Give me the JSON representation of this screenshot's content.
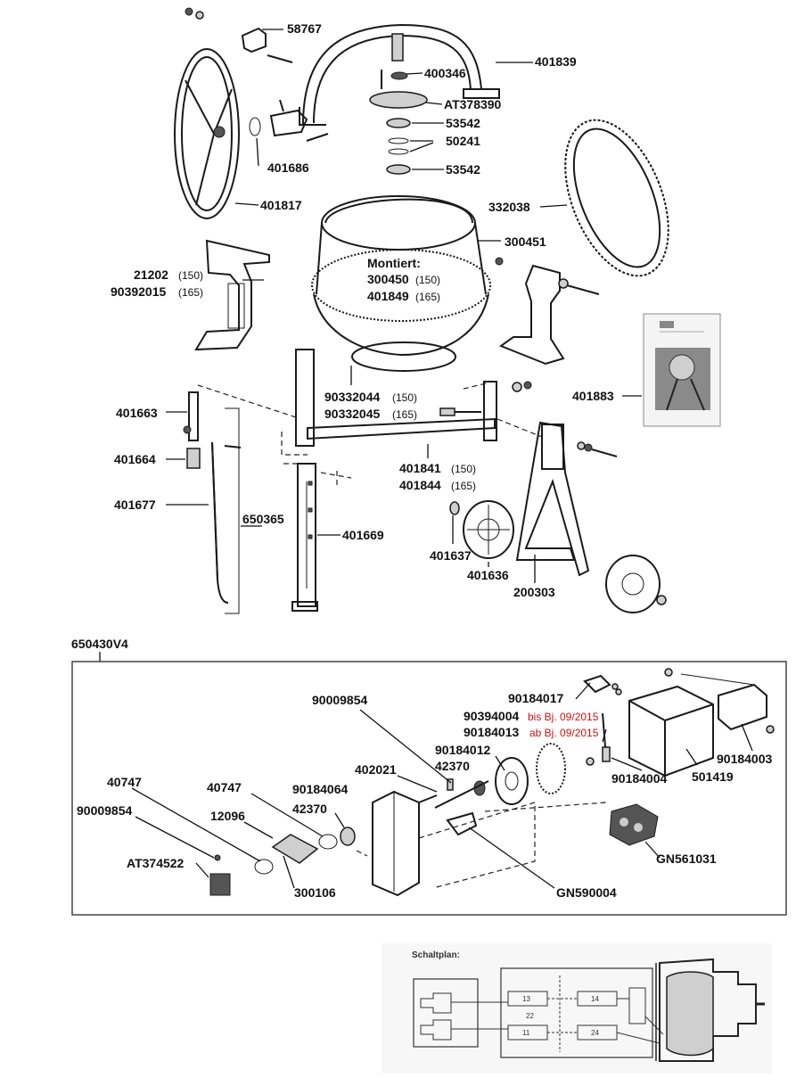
{
  "upper_labels": {
    "p58767": "58767",
    "p401839": "401839",
    "p400346": "400346",
    "pAT378390": "AT378390",
    "p53542a": "53542",
    "p50241": "50241",
    "p53542b": "53542",
    "p401686": "401686",
    "p401817": "401817",
    "p332038": "332038",
    "p300451": "300451",
    "montiert_title": "Montiert:",
    "montiert_1": "300450",
    "montiert_1_sub": "(150)",
    "montiert_2": "401849",
    "montiert_2_sub": "(165)",
    "p21202": "21202",
    "p21202_sub": "(150)",
    "p90392015": "90392015",
    "p90392015_sub": "(165)",
    "p90332044": "90332044",
    "p90332044_sub": "(150)",
    "p90332045": "90332045",
    "p90332045_sub": "(165)",
    "p401883": "401883",
    "p401663": "401663",
    "p401664": "401664",
    "p401677": "401677",
    "p650365": "650365",
    "p401669": "401669",
    "p401841": "401841",
    "p401841_sub": "(150)",
    "p401844": "401844",
    "p401844_sub": "(165)",
    "p401637": "401637",
    "p401636": "401636",
    "p200303": "200303"
  },
  "motor_box": {
    "title": "650430V4",
    "p90009854a": "90009854",
    "p90184017": "90184017",
    "p90394004": "90394004",
    "p90394004_note": "bis Bj. 09/2015",
    "p90184013": "90184013",
    "p90184013_note": "ab Bj. 09/2015",
    "p90184012": "90184012",
    "p42370a": "42370",
    "p402021": "402021",
    "p90184064": "90184064",
    "p42370b": "42370",
    "p40747a": "40747",
    "p40747b": "40747",
    "p90009854b": "90009854",
    "p12096": "12096",
    "pAT374522": "AT374522",
    "p300106": "300106",
    "pGN590004": "GN590004",
    "pGN561031": "GN561031",
    "p90184004": "90184004",
    "p501419": "501419",
    "p90184003": "90184003"
  },
  "schematic": {
    "title": "Schaltplan:"
  },
  "colors": {
    "ink": "#1a1a1a",
    "note_red": "#d01010",
    "frame": "#444444"
  }
}
